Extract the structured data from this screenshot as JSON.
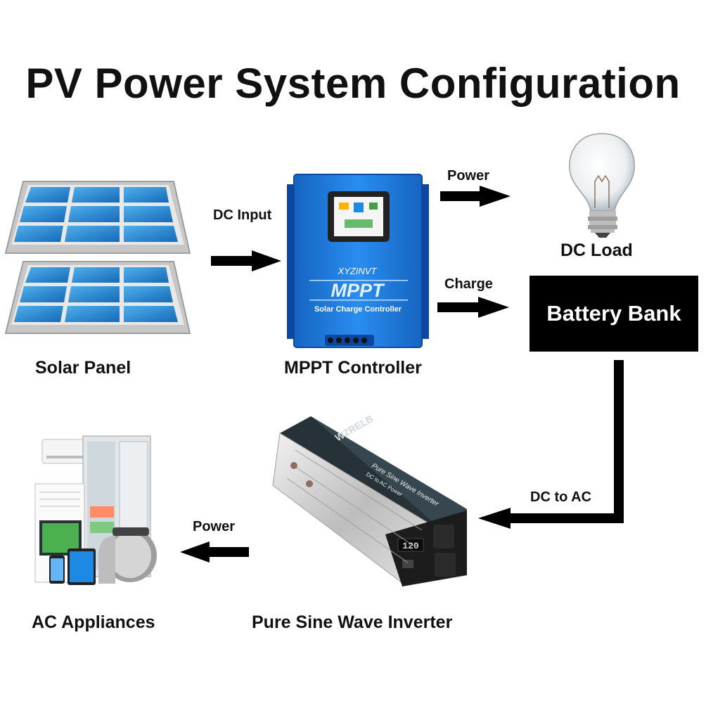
{
  "title": "PV Power System Configuration",
  "components": {
    "solar_panel": "Solar Panel",
    "mppt_controller": "MPPT Controller",
    "dc_load": "DC Load",
    "battery_bank": "Battery Bank",
    "inverter": "Pure Sine Wave Inverter",
    "ac_appliances": "AC Appliances"
  },
  "flows": {
    "dc_input": "DC Input",
    "power_to_load": "Power",
    "charge": "Charge",
    "dc_to_ac": "DC to AC",
    "power_to_appliances": "Power"
  },
  "device_text": {
    "controller_brand": "XYZINVT",
    "controller_model": "MPPT",
    "controller_subtitle": "Solar Charge Controller",
    "inverter_brand": "WZRELB",
    "inverter_model": "Pure Sine Wave Inverter",
    "inverter_sub": "DC to AC Power",
    "inverter_display": "120"
  },
  "colors": {
    "panel_cell": "#1e88d0",
    "controller_blue": "#1f7de0",
    "arrow": "#000000"
  }
}
